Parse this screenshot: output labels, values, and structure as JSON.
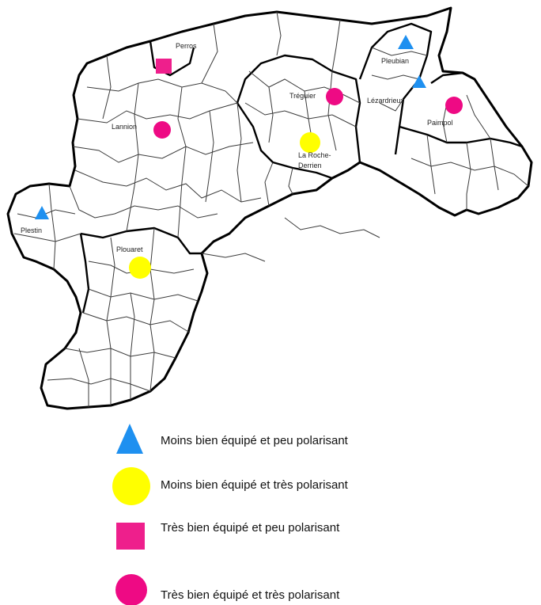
{
  "colors": {
    "blue_triangle": "#1e90f0",
    "yellow_circle": "#ffff00",
    "magenta_square": "#ee1f8c",
    "magenta_circle": "#ee0a84"
  },
  "towns": [
    {
      "label": "Perros",
      "symbol": "square"
    },
    {
      "label": "Pleubian",
      "symbol": "triangle"
    },
    {
      "label": "Lézardrieux",
      "symbol": "triangle"
    },
    {
      "label": "Tréguier",
      "symbol": "circle-magenta"
    },
    {
      "label": "Paimpol",
      "symbol": "circle-magenta"
    },
    {
      "label": "Lannion",
      "symbol": "circle-magenta"
    },
    {
      "label": "La Roche-",
      "symbol": "circle-yellow"
    },
    {
      "label": "Derrien",
      "symbol": "none"
    },
    {
      "label": "Plestin",
      "symbol": "triangle"
    },
    {
      "label": "Plouaret",
      "symbol": "circle-yellow"
    }
  ],
  "legend": {
    "items": [
      {
        "symbol": "triangle",
        "label": "Moins bien équipé et peu polarisant"
      },
      {
        "symbol": "circle-yellow",
        "label": "Moins bien équipé et très polarisant"
      },
      {
        "symbol": "square",
        "label": "Très bien équipé et peu polarisant"
      },
      {
        "symbol": "circle-magenta",
        "label": "Très bien équipé et très polarisant"
      }
    ]
  }
}
